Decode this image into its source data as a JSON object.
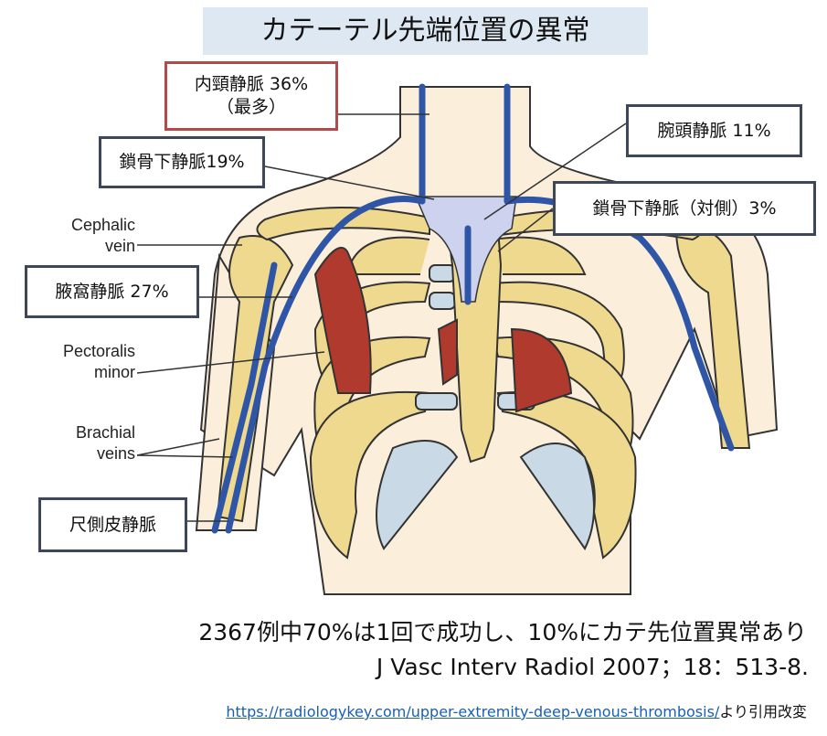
{
  "title": "カテーテル先端位置の異常",
  "locations": {
    "ij": {
      "name": "内頸静脈 36%",
      "note": "（最多）"
    },
    "subclavian": "鎖骨下静脈19%",
    "brachiocephalic": "腕頭静脈 11%",
    "subclavian_contra": "鎖骨下静脈（対側）3%",
    "axillary": "腋窩静脈 27%",
    "basilic": "尺側皮静脈"
  },
  "anatomy_labels": {
    "cephalic": [
      "Cephalic",
      "vein"
    ],
    "pectoralis": [
      "Pectoralis",
      "minor"
    ],
    "brachial": [
      "Brachial",
      "veins"
    ]
  },
  "summary": "2367例中70%は1回で成功し、10%にカテ先位置異常あり",
  "citation": "J Vasc Interv Radiol 2007；18：513-8.",
  "source": {
    "url": "https://radiologykey.com/upper-extremity-deep-venous-thrombosis/",
    "suffix": "より引用改変"
  },
  "colors": {
    "vein": "#2f56a6",
    "bone": "#eed98f",
    "cartilage": "#c9d9e6",
    "muscle": "#b03a2e",
    "skin": "#fbeedb",
    "outline": "#333333",
    "highlight_border": "#b24a4a",
    "box_border": "#3e4757"
  }
}
